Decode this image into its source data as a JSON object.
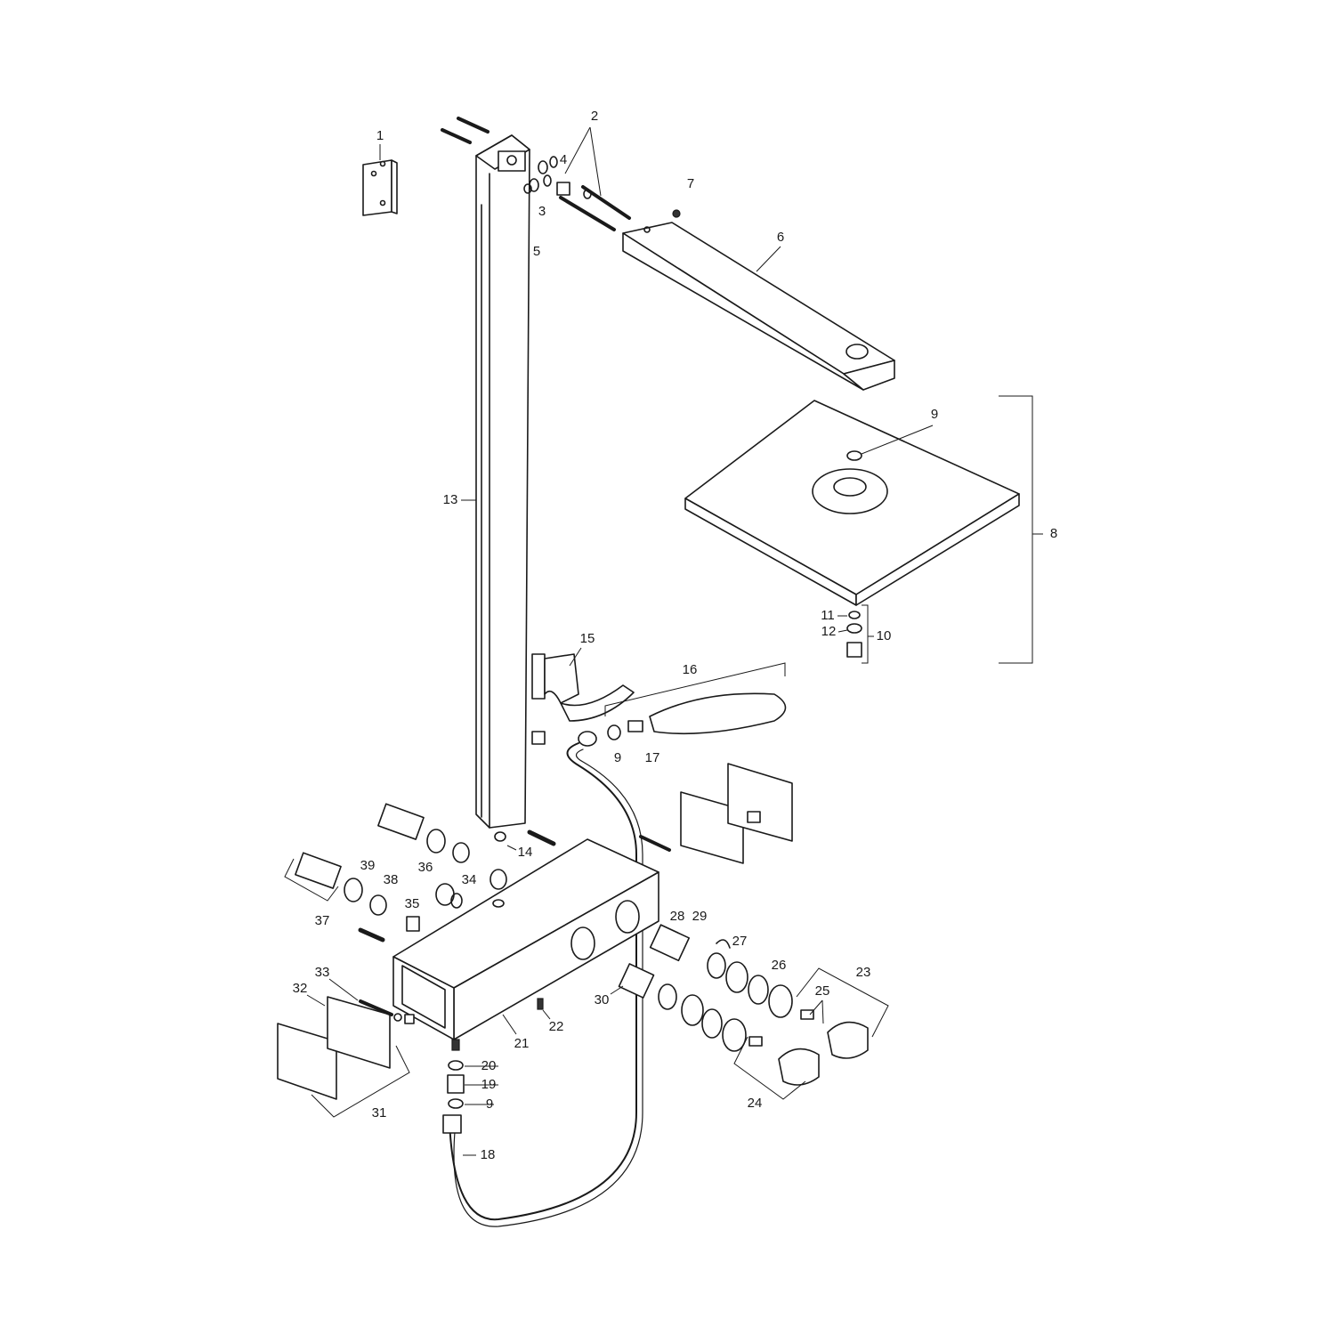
{
  "diagram": {
    "type": "exploded parts diagram",
    "labels": [
      "1",
      "2",
      "4",
      "3",
      "5",
      "7",
      "6",
      "9",
      "8",
      "13",
      "11",
      "12",
      "10",
      "15",
      "16",
      "9",
      "17",
      "14",
      "39",
      "38",
      "36",
      "34",
      "37",
      "35",
      "28",
      "29",
      "27",
      "26",
      "23",
      "25",
      "30",
      "22",
      "21",
      "33",
      "32",
      "20",
      "19",
      "9",
      "31",
      "24",
      "18"
    ],
    "line_color": "#1a1a1a",
    "background": "#ffffff"
  }
}
